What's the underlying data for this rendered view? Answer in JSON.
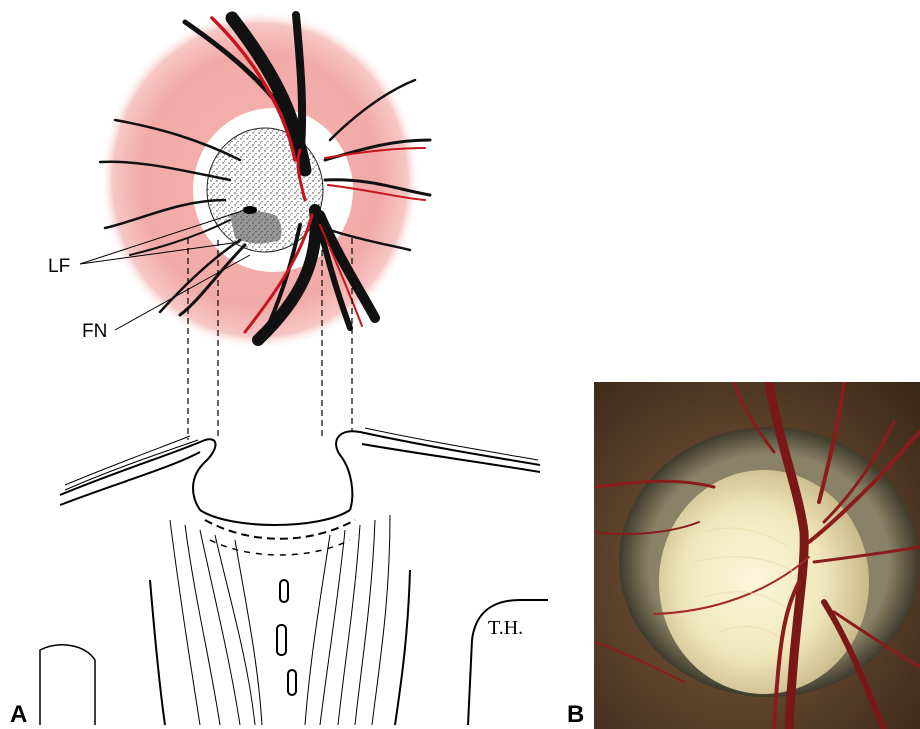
{
  "figure": {
    "panel_a_letter": "A",
    "panel_b_letter": "B",
    "labels": {
      "lf": "LF",
      "fn": "FN"
    },
    "signature": "T.H."
  },
  "colors": {
    "peripapillary_pink": "#f2aaa8",
    "vessel_black": "#111111",
    "artery_red": "#c8141c",
    "fundus_brown": "#5a4028",
    "disc_pale": "#f3edc8"
  }
}
